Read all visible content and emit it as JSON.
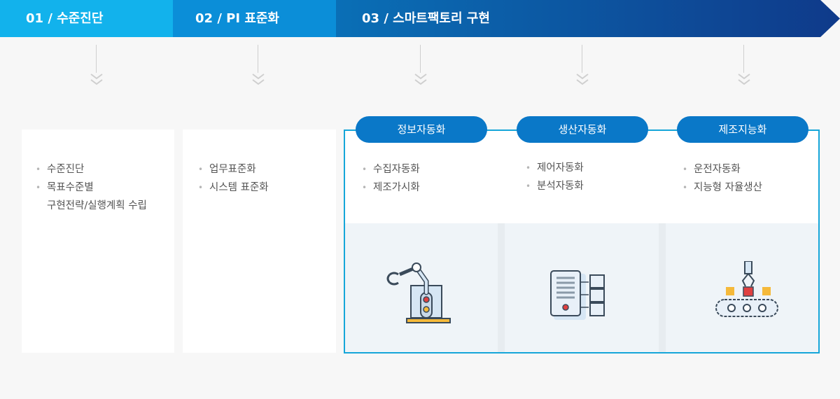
{
  "steps": [
    {
      "label": "01 / 수준진단"
    },
    {
      "label": "02 / PI 표준화"
    },
    {
      "label": "03 / 스마트팩토리 구현"
    }
  ],
  "cards": {
    "diagnosis": {
      "items": [
        "수준진단",
        "목표수준별",
        "구현전략/실행계획 수립"
      ]
    },
    "standard": {
      "items": [
        "업무표준화",
        "시스템 표준화"
      ]
    }
  },
  "columns": [
    {
      "title": "정보자동화",
      "items": [
        "수집자동화",
        "제조가시화"
      ],
      "icon": "robot-arm-icon"
    },
    {
      "title": "생산자동화",
      "items": [
        "제어자동화",
        "분석자동화"
      ],
      "icon": "server-cubes-icon"
    },
    {
      "title": "제조지능화",
      "items": [
        "운전자동화",
        "지능형 자율생산"
      ],
      "icon": "conveyor-icon"
    }
  ],
  "colors": {
    "bar_start": "#12b4ec",
    "bar_end": "#0e3a8c",
    "pill": "#0a78c8",
    "outline": "#16a6d9"
  }
}
